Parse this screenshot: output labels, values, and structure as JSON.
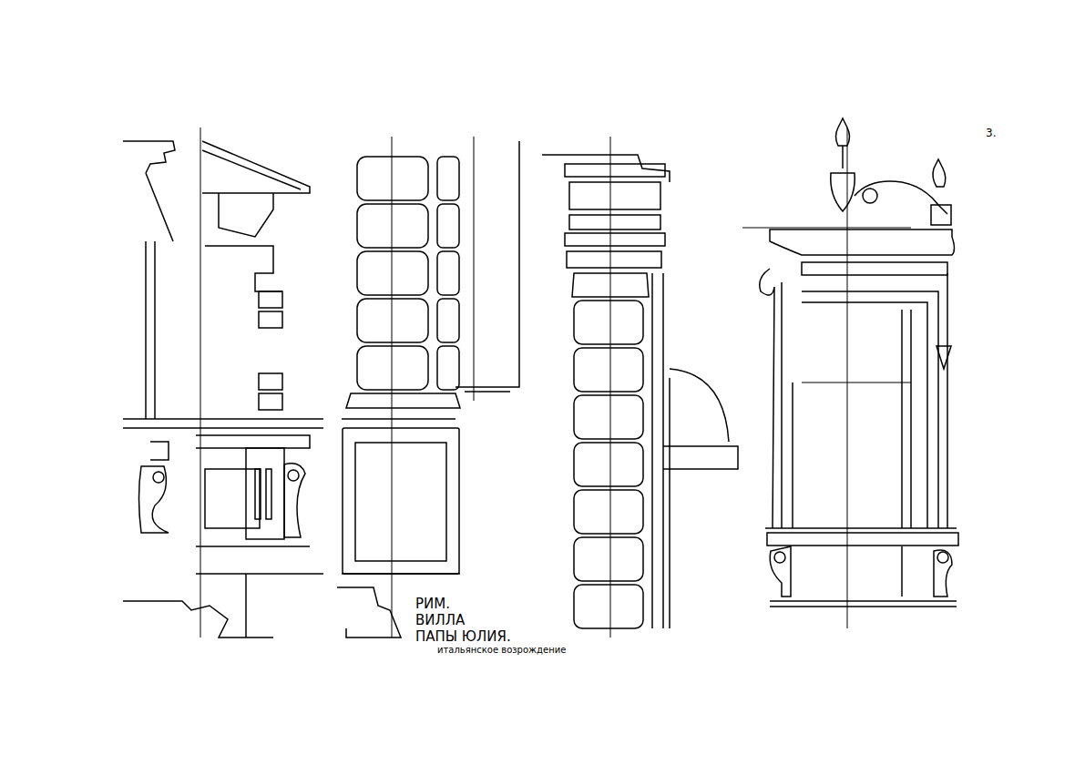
{
  "diagram": {
    "labels": [
      "РИМ.",
      "ВИЛЛА",
      "ПАПЫ ЮЛИЯ.",
      "итальянское возрождение",
      "3."
    ]
  }
}
